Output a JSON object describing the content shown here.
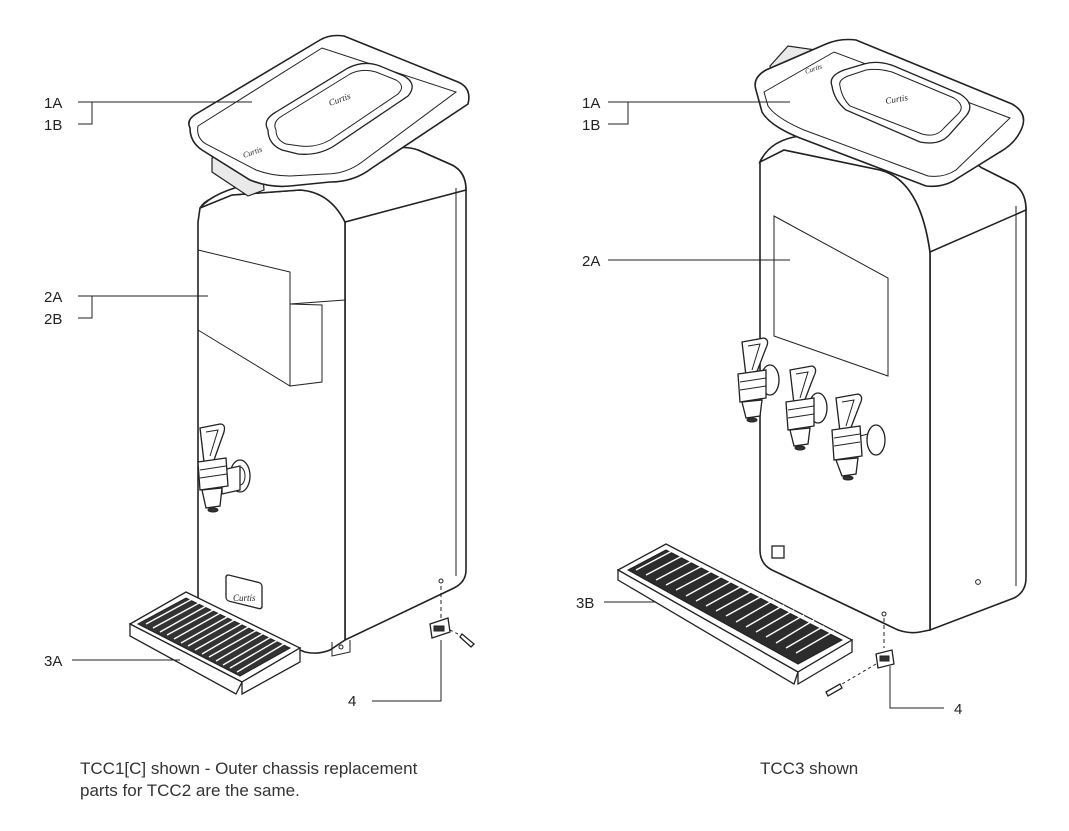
{
  "left_unit": {
    "labels": {
      "lid_a": "1A",
      "lid_b": "1B",
      "chassis_a": "2A",
      "chassis_b": "2B",
      "drip_tray": "3A",
      "foot": "4"
    },
    "caption": [
      "TCC1[C] shown - Outer chassis replacement",
      "parts for TCC2 are the same."
    ]
  },
  "right_unit": {
    "labels": {
      "lid_a": "1A",
      "lid_b": "1B",
      "chassis_a": "2A",
      "drip_tray": "3B",
      "foot": "4"
    },
    "caption": "TCC3 shown"
  },
  "colors": {
    "line": "#222222",
    "background": "#ffffff",
    "caption_text": "#333333"
  }
}
